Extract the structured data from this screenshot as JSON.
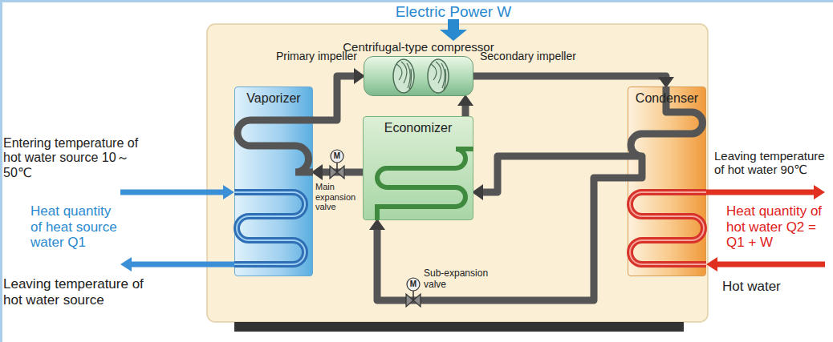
{
  "diagram": {
    "nodes": [
      {
        "text": [
          "Centrifugal-type compressor"
        ]
      },
      {
        "text": [
          "Vaporizer"
        ]
      },
      {
        "text": [
          "Economizer"
        ]
      },
      {
        "text": [
          "Condenser"
        ]
      }
    ],
    "edges": [
      {
        "from": 1,
        "to": 0,
        "arrow": "to"
      },
      {
        "from": 0,
        "to": 3,
        "arrow": "to"
      },
      {
        "from": 3,
        "to": 2,
        "arrow": "to"
      },
      {
        "from": 3,
        "to": 2,
        "arrow": "to"
      },
      {
        "from": 2,
        "to": 0,
        "arrow": "to"
      },
      {
        "from": 2,
        "to": 1,
        "arrow": "to"
      }
    ],
    "labels": [
      "Electric Power W",
      "Primary impeller",
      "Secondary impeller",
      "M",
      "Main expansion valve",
      "M",
      "Sub-expansion valve",
      "Entering temperature of hot water source 10～50℃",
      "Heat quantity of heat source water Q1",
      "Leaving temperature of hot water source",
      "Leaving temperature of hot water 90℃",
      "Heat quantity of hot water Q2 = Q1 + W",
      "Hot water"
    ]
  }
}
